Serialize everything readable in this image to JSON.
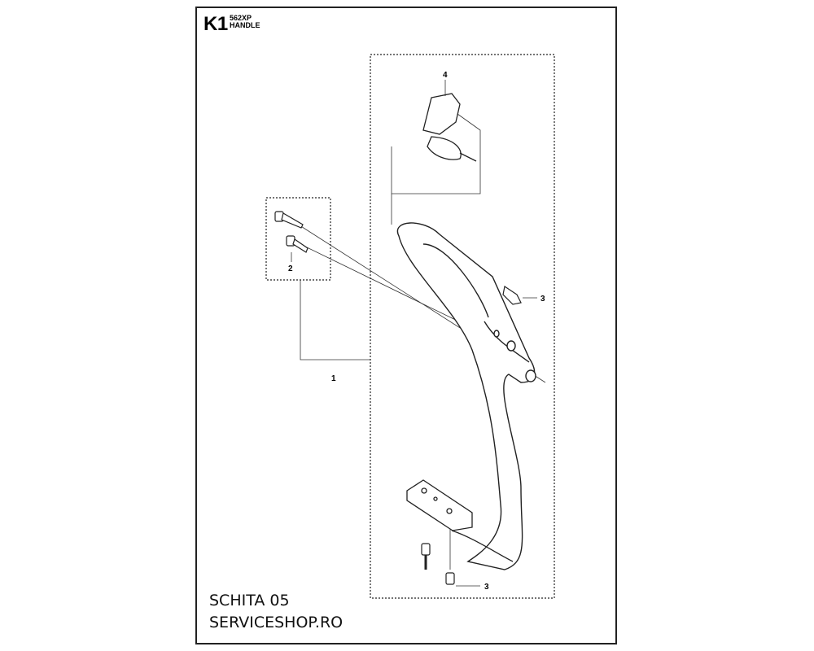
{
  "header": {
    "code": "K1",
    "model": "562XP",
    "section": "HANDLE"
  },
  "callouts": [
    "1",
    "2",
    "3",
    "3",
    "4"
  ],
  "footer": {
    "line1": "SCHITA 05",
    "line2": "SERVICESHOP.RO"
  },
  "icons": [
    "handle-bar",
    "screw",
    "vibration-damper",
    "bracket"
  ]
}
